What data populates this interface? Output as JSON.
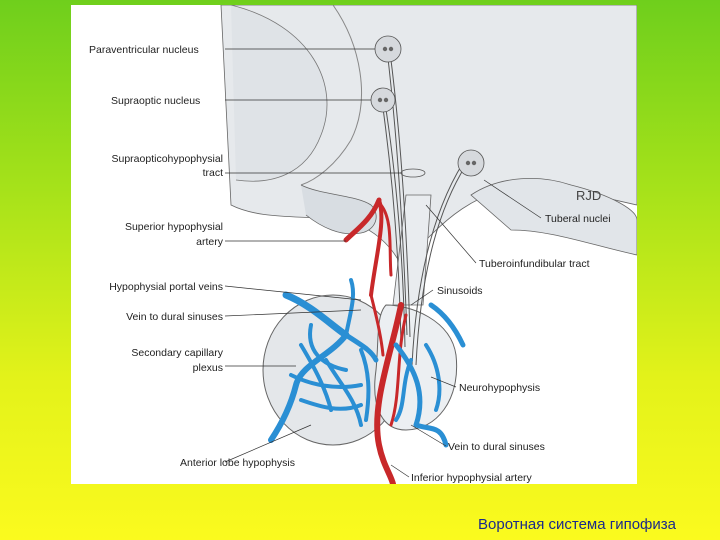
{
  "figure": {
    "labels": {
      "paraventricular": "Paraventricular nucleus",
      "supraoptic": "Supraoptic nucleus",
      "sht_line1": "Supraopticohypophysial",
      "sht_line2": "tract",
      "sha_line1": "Superior hypophysial",
      "sha_line2": "artery",
      "portal_veins": "Hypophysial portal veins",
      "vein_dural_left": "Vein to dural sinuses",
      "scp_line1": "Secondary capillary",
      "scp_line2": "plexus",
      "anterior_lobe": "Anterior lobe hypophysis",
      "tuberal": "Tuberal nuclei",
      "tuberoinfundibular": "Tuberoinfundibular tract",
      "sinusoids": "Sinusoids",
      "neurohypophysis": "Neurohypophysis",
      "vein_dural_right": "Vein to dural sinuses",
      "iha": "Inferior hypophysial artery",
      "signature": "RJD"
    },
    "colors": {
      "artery": "#c8282a",
      "vein": "#2a8fd4",
      "tissue": "#e9ecef",
      "outline": "#555555"
    }
  },
  "caption": "Воротная система гипофиза"
}
